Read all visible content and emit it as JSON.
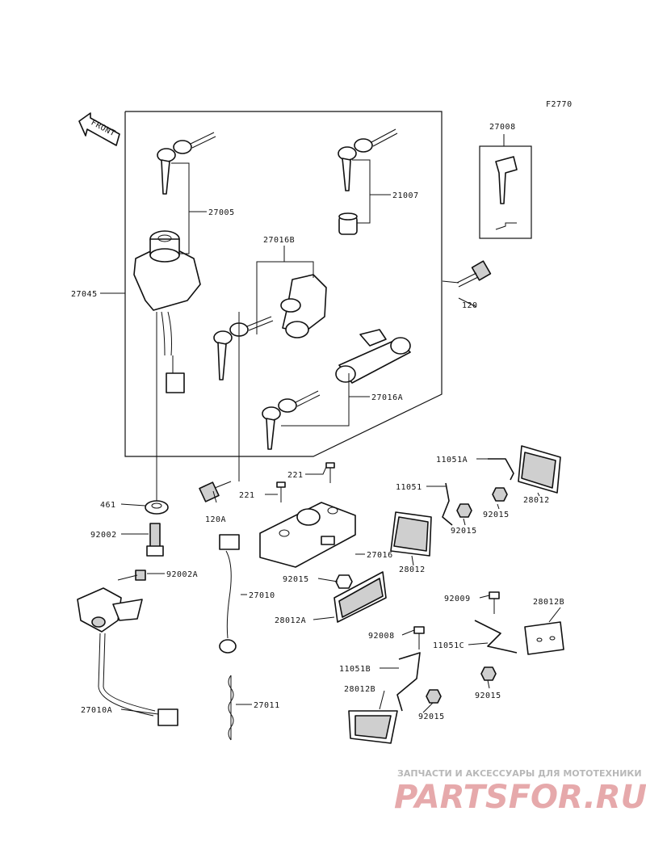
{
  "figure_code": "F2770",
  "front_label": "FRONT",
  "parts": {
    "p27008": "27008",
    "p27005": "27005",
    "p21007": "21007",
    "p27045": "27045",
    "p27016B": "27016B",
    "p120": "120",
    "p27016A": "27016A",
    "p11051A": "11051A",
    "p28012_top": "28012",
    "p221_a": "221",
    "p221_b": "221",
    "p11051": "11051",
    "p92015_a": "92015",
    "p92015_b": "92015",
    "p461": "461",
    "p120A": "120A",
    "p92002": "92002",
    "p28012_mid": "28012",
    "p27016": "27016",
    "p92002A": "92002A",
    "p92015_c": "92015",
    "p27010": "27010",
    "p92009": "92009",
    "p28012B_top": "28012B",
    "p28012A": "28012A",
    "p92008": "92008",
    "p11051C": "11051C",
    "p11051B": "11051B",
    "p92015_d": "92015",
    "p28012B_bot": "28012B",
    "p27011": "27011",
    "p92015_e": "92015",
    "p27010A": "27010A"
  },
  "watermark": {
    "tagline": "ЗАПЧАСТИ И АКСЕССУАРЫ ДЛЯ МОТОТЕХНИКИ",
    "logo": "PARTSFOR.RU"
  }
}
